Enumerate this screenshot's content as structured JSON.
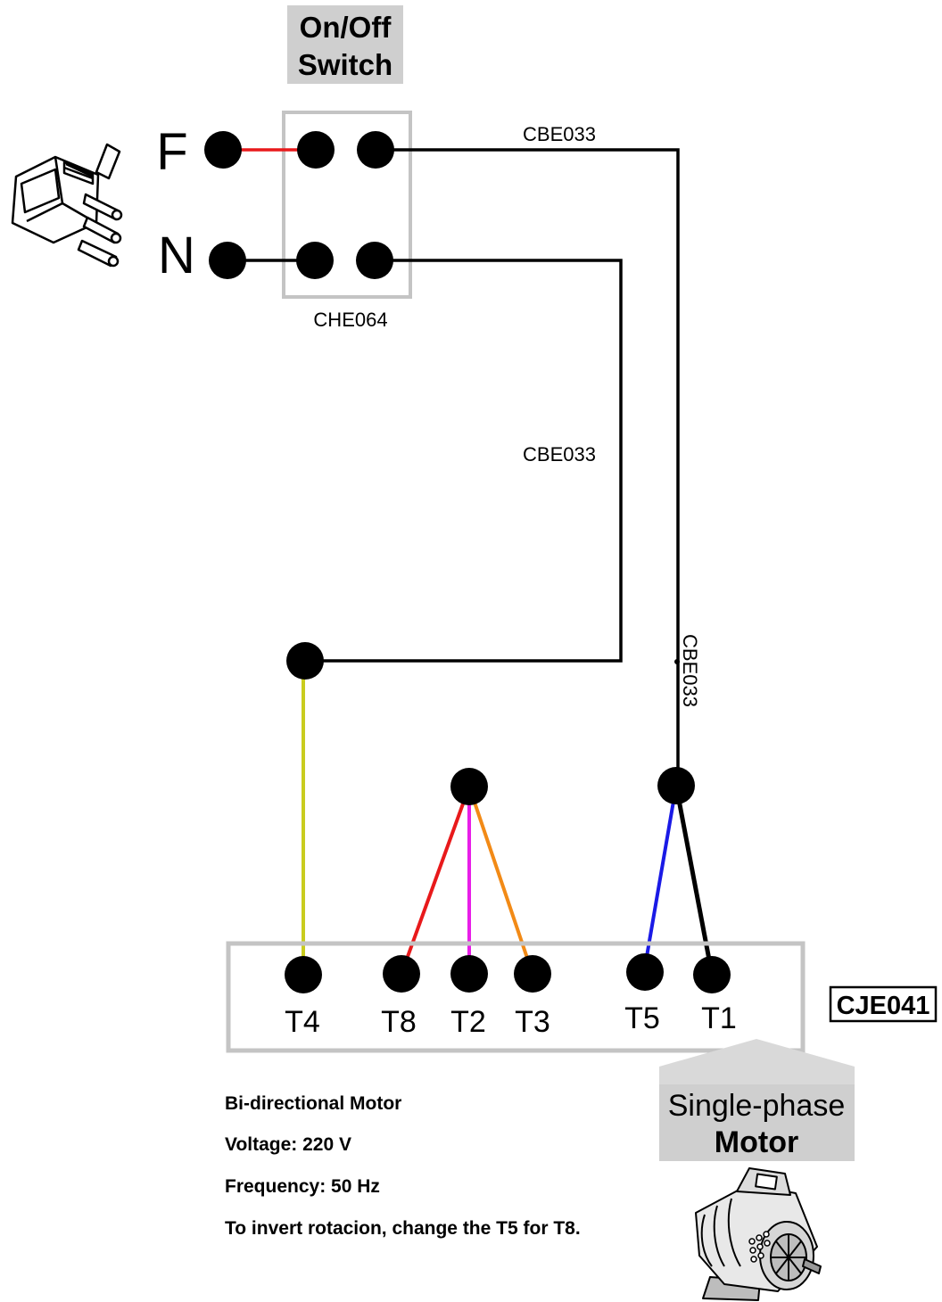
{
  "switch": {
    "title_line1": "On/Off",
    "title_line2": "Switch",
    "part_code": "CHE064"
  },
  "plug": {
    "phase_label": "F",
    "neutral_label": "N"
  },
  "cables": {
    "top_cable_code": "CBE033",
    "middle_cable_code": "CBE033",
    "vertical_cable_code": "CBE033"
  },
  "terminal_box": {
    "code": "CJE041",
    "terminals": [
      "T4",
      "T8",
      "T2",
      "T3",
      "T5",
      "T1"
    ]
  },
  "motor": {
    "label_line1": "Single-phase",
    "label_line2": "Motor"
  },
  "notes": {
    "line1": "Bi-directional Motor",
    "line2": "Voltage: 220 V",
    "line3": "Frequency: 50 Hz",
    "line4": "To invert rotacion, change the T5 for T8."
  },
  "wire_colors": {
    "phase_jumper": "#e8191b",
    "t4": "#c9cc1e",
    "t8": "#e8191b",
    "t2": "#e81ee8",
    "t3": "#f28a16",
    "t5": "#1a1ae6",
    "t1": "#000000",
    "frame_gray": "#c4c4c4",
    "label_bg_gray": "#cfcfcf"
  }
}
